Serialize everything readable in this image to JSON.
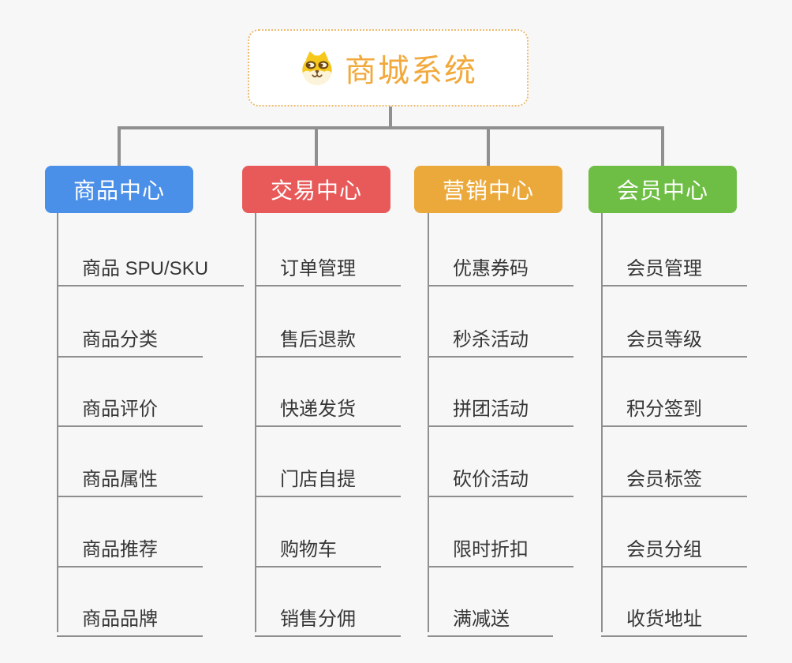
{
  "root": {
    "title": "商城系统",
    "icon": "dog-face",
    "accent_color": "#F2A93C",
    "border_color": "#EDBA6E"
  },
  "connector_color": "#909090",
  "branches": [
    {
      "label": "商品中心",
      "color": "#4A8FE8",
      "items": [
        "商品 SPU/SKU",
        "商品分类",
        "商品评价",
        "商品属性",
        "商品推荐",
        "商品品牌"
      ]
    },
    {
      "label": "交易中心",
      "color": "#E85A5A",
      "items": [
        "订单管理",
        "售后退款",
        "快递发货",
        "门店自提",
        "购物车",
        "销售分佣"
      ]
    },
    {
      "label": "营销中心",
      "color": "#EBA93C",
      "items": [
        "优惠券码",
        "秒杀活动",
        "拼团活动",
        "砍价活动",
        "限时折扣",
        "满减送"
      ]
    },
    {
      "label": "会员中心",
      "color": "#6EBE45",
      "items": [
        "会员管理",
        "会员等级",
        "积分签到",
        "会员标签",
        "会员分组",
        "收货地址"
      ]
    }
  ]
}
